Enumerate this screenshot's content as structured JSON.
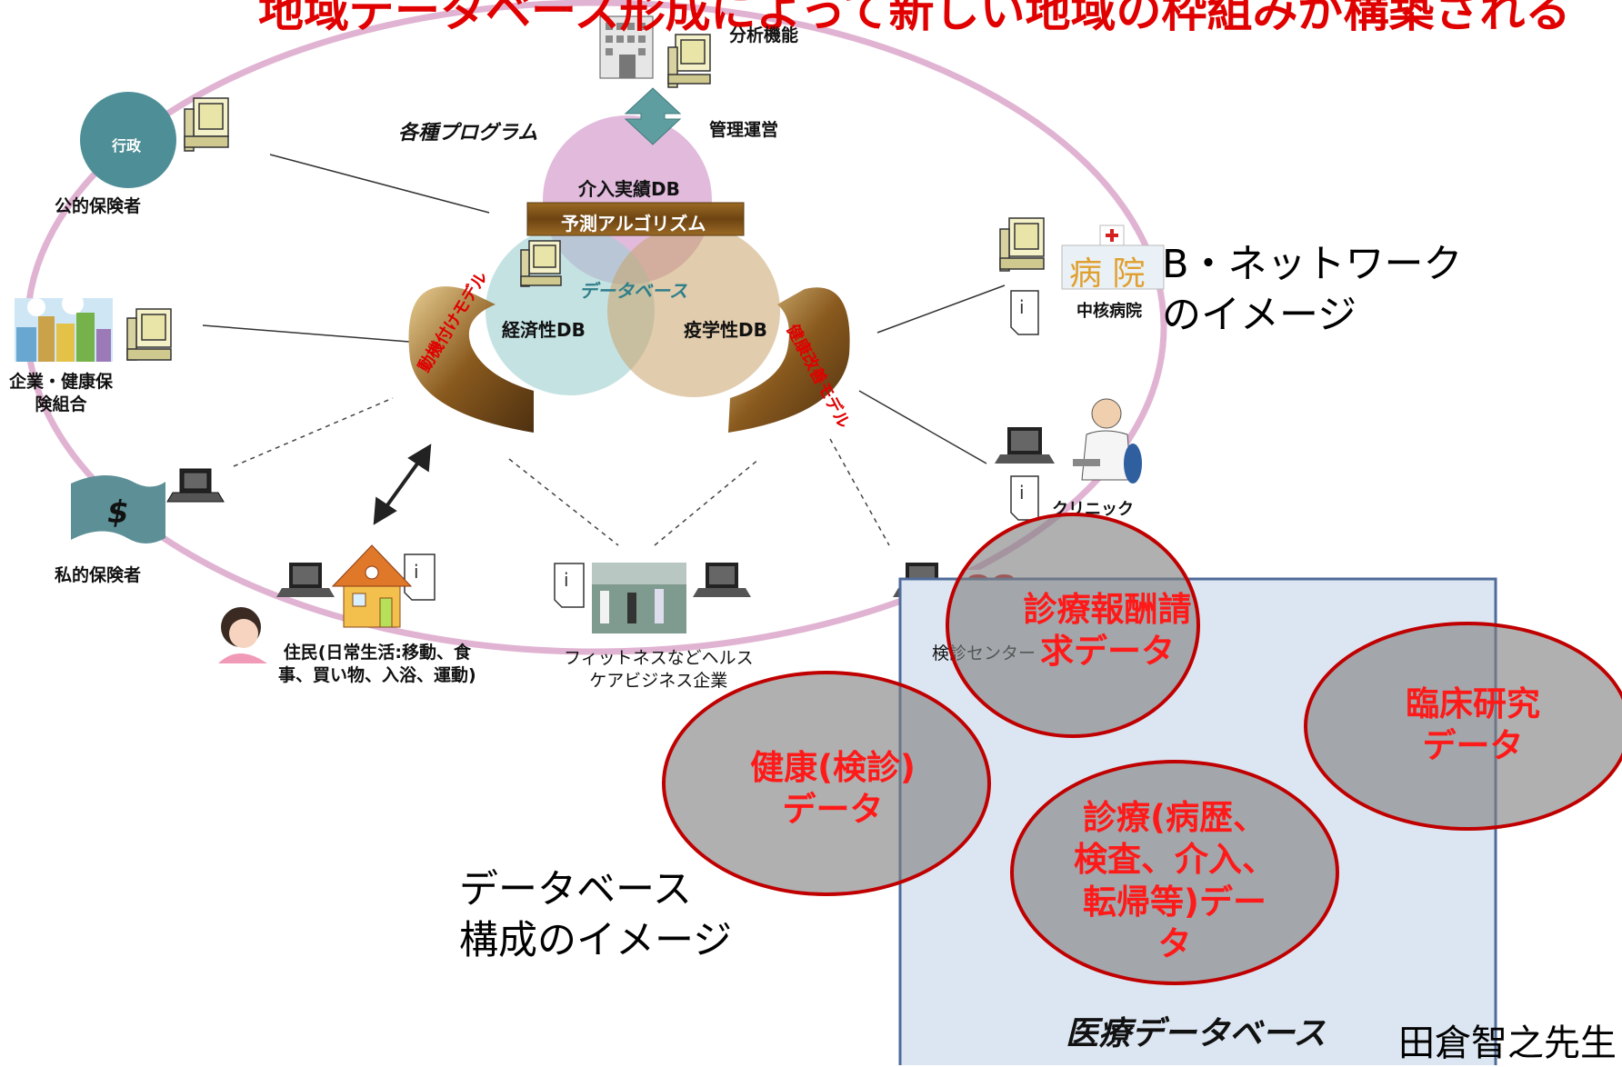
{
  "title": "地域データベース形成によって新しい地域の枠組みが構築される",
  "top": {
    "analysis": "分析機能",
    "management": "管理運営",
    "programs": "各種プログラム"
  },
  "circles": {
    "intervention": "介入実績DB",
    "algorithm": "予測アルゴリズム",
    "database": "データベース",
    "economic": "経済性DB",
    "epidemiology": "疫学性DB"
  },
  "arcs": {
    "left": "動機付けモデル",
    "right": "健康改善モデル"
  },
  "nodes": {
    "admin_badge": "行政",
    "public_insurer": "公的保険者",
    "company": "企業・健康保\n険組合",
    "private_insurer": "私的保険者",
    "residents": "住民(日常生活:移動、食\n事、買い物、入浴、運動)",
    "fitness": "フィットネスなどヘルス\nケアビジネス企業",
    "checkup_center": "検診センター",
    "clinic": "クリニック",
    "core_hospital": "中核病院",
    "hospital_sign": "病 院"
  },
  "network_caption": "B・ネットワーク\nのイメージ",
  "database": {
    "box_label": "医療データベース",
    "claims": "診療報酬請\n求データ",
    "clinical_research": "臨床研究\nデータ",
    "health_checkup": "健康(検診)\nデータ",
    "medical": "診療(病歴、\n検査、介入、\n転帰等)デー\nタ"
  },
  "db_caption": "データベース\n構成のイメージ",
  "credit": "田倉智之先生",
  "colors": {
    "title_red": "#e00000",
    "ring_pink": "#e1b3d2",
    "box_fill": "#dce6f2",
    "box_border": "#4f6b9a",
    "ellipse_border": "#c00000",
    "ellipse_text": "#ff1a1a"
  }
}
